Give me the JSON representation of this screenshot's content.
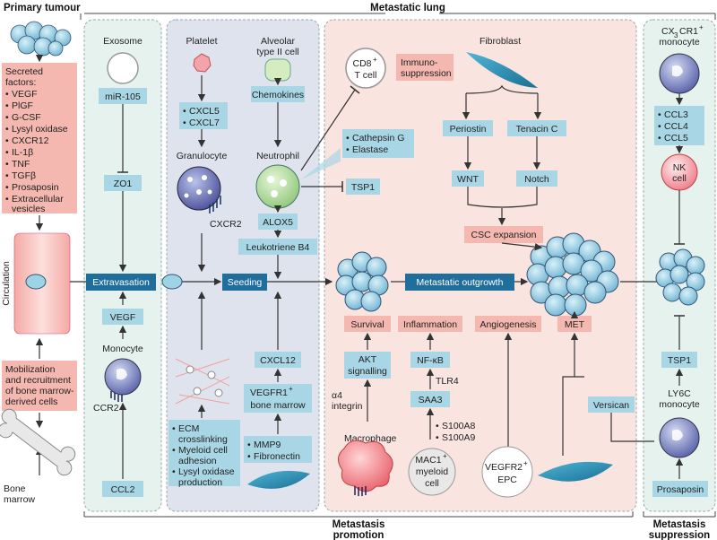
{
  "headers": {
    "primary_tumour": "Primary tumour",
    "metastatic_lung": "Metastatic lung",
    "metastasis_promotion_1": "Metastasis",
    "metastasis_promotion_2": "promotion",
    "metastasis_suppression_1": "Metastasis",
    "metastasis_suppression_2": "suppression",
    "circulation": "Circulation",
    "bone_marrow_1": "Bone",
    "bone_marrow_2": "marrow"
  },
  "secreted_factors": {
    "title_1": "Secreted",
    "title_2": "factors:",
    "items": [
      "VEGF",
      "PlGF",
      "G-CSF",
      "Lysyl oxidase",
      "CXCR12",
      "IL-1β",
      "TNF",
      "TGFβ",
      "Prosaposin",
      "Extracellular",
      "vesicles"
    ]
  },
  "mobilization": {
    "line1": "Mobilization",
    "line2": "and recruitment",
    "line3": "of bone marrow-",
    "line4": "derived cells"
  },
  "col1": {
    "exosome": "Exosome",
    "mir105": "miR-105",
    "zo1": "ZO1",
    "extravasation": "Extravasation",
    "vegf": "VEGF",
    "monocyte": "Monocyte",
    "ccr2": "CCR2",
    "ccl2": "CCL2"
  },
  "col2": {
    "platelet": "Platelet",
    "cxcl5": "CXCL5",
    "cxcl7": "CXCL7",
    "granulocyte": "Granulocyte",
    "cxcr2": "CXCR2",
    "alveolar_1": "Alveolar",
    "alveolar_2": "type II cell",
    "chemokines": "Chemokines",
    "neutrophil": "Neutrophil",
    "alox5": "ALOX5",
    "leukotriene": "Leukotriene B4",
    "seeding": "Seeding",
    "cxcl12": "CXCL12",
    "vegfr1_1": "VEGFR1",
    "vegfr1_sup": "+",
    "vegfr1_2": "bone marrow",
    "ecm": [
      "ECM",
      "crosslinking",
      "Myeloid cell",
      "adhesion",
      "Lysyl oxidase",
      "production"
    ],
    "mmp9": "MMP9",
    "fibronectin": "Fibronectin"
  },
  "col3": {
    "cd8_1": "CD8",
    "cd8_sup": "+",
    "cd8_2": "T cell",
    "immuno_1": "Immuno-",
    "immuno_2": "suppression",
    "cathepsin": "Cathepsin G",
    "elastase": "Elastase",
    "tsp1": "TSP1",
    "fibroblast": "Fibroblast",
    "periostin": "Periostin",
    "tenacin": "Tenacin C",
    "wnt": "WNT",
    "notch": "Notch",
    "csc": "CSC expansion",
    "outgrowth": "Metastatic outgrowth",
    "survival": "Survival",
    "inflammation": "Inflammation",
    "angiogenesis": "Angiogenesis",
    "met": "MET",
    "akt_1": "AKT",
    "akt_2": "signalling",
    "nfkb": "NF-κB",
    "tlr4": "TLR4",
    "saa3": "SAA3",
    "s100a8": "S100A8",
    "s100a9": "S100A9",
    "a4_1": "α4",
    "a4_2": "integrin",
    "macrophage": "Macrophage",
    "mac1_1": "MAC1",
    "mac1_sup": "+",
    "mac1_2": "myeloid",
    "mac1_3": "cell",
    "vegfr2_1": "VEGFR2",
    "vegfr2_sup": "+",
    "vegfr2_2": "EPC",
    "versican": "Versican"
  },
  "col4": {
    "cx3cr1_1": "CX",
    "cx3cr1_sub": "3",
    "cx3cr1_2": "CR1",
    "cx3cr1_sup": "+",
    "monocyte": "monocyte",
    "ccl3": "CCL3",
    "ccl4": "CCL4",
    "ccl5": "CCL5",
    "nk_1": "NK",
    "nk_2": "cell",
    "tsp1": "TSP1",
    "ly6c_1": "LY6C",
    "ly6c_2": "monocyte",
    "prosaposin": "Prosaposin"
  },
  "colors": {
    "blue_box": "#a9d6e5",
    "pink_box": "#f4b8b0",
    "dark_blue_box": "#1f6e9c",
    "panel_blue": "#dfe3ee",
    "panel_pink": "#f9e4e0",
    "panel_green": "#e6f2ee"
  }
}
